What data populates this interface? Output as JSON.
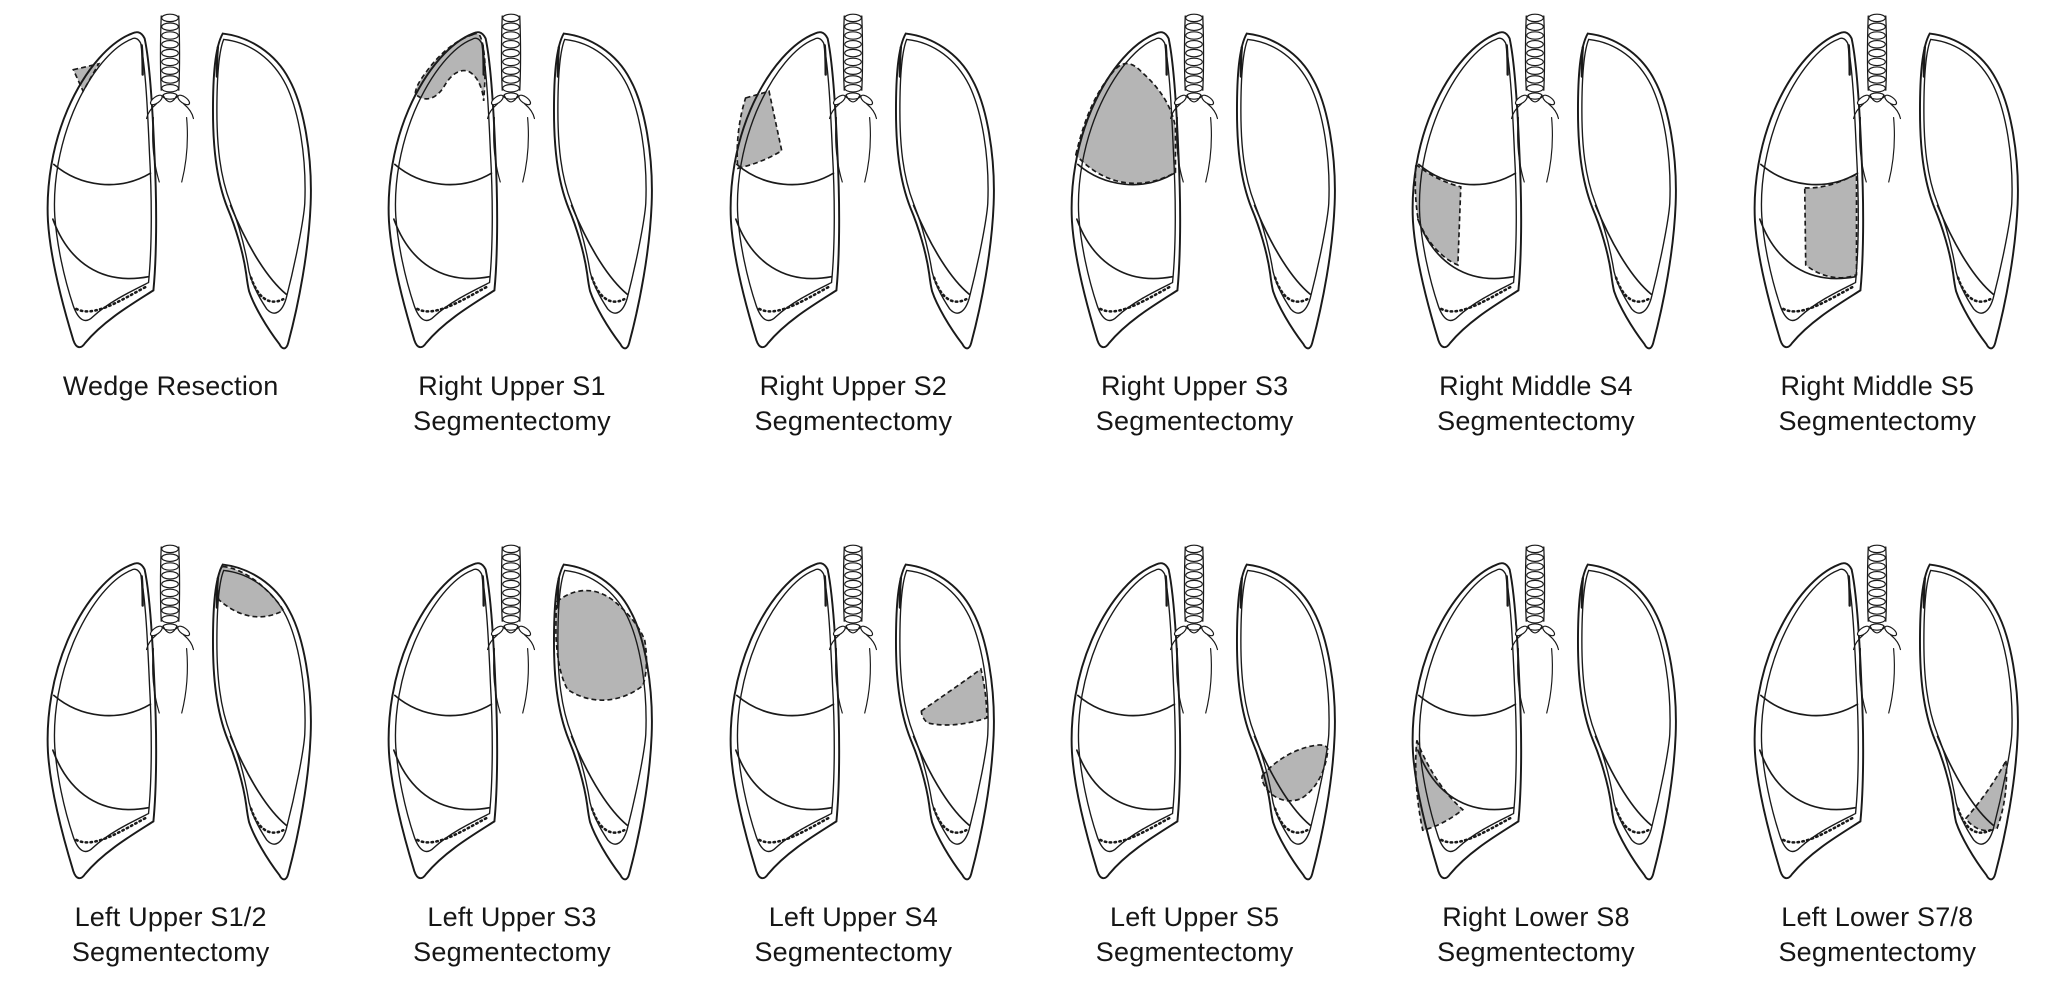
{
  "figure": {
    "background_color": "#ffffff",
    "line_color": "#1a1a1a",
    "shade_color": "#b5b5b5",
    "panels": [
      {
        "label_line1": "Wedge Resection",
        "label_line2": "",
        "region": "wedge-resection"
      },
      {
        "label_line1": "Right Upper S1",
        "label_line2": "Segmentectomy",
        "region": "right-upper-s1"
      },
      {
        "label_line1": "Right Upper S2",
        "label_line2": "Segmentectomy",
        "region": "right-upper-s2"
      },
      {
        "label_line1": "Right Upper S3",
        "label_line2": "Segmentectomy",
        "region": "right-upper-s3"
      },
      {
        "label_line1": "Right Middle S4",
        "label_line2": "Segmentectomy",
        "region": "right-middle-s4"
      },
      {
        "label_line1": "Right Middle S5",
        "label_line2": "Segmentectomy",
        "region": "right-middle-s5"
      },
      {
        "label_line1": "Left Upper S1/2",
        "label_line2": "Segmentectomy",
        "region": "left-upper-s1-2"
      },
      {
        "label_line1": "Left Upper S3",
        "label_line2": "Segmentectomy",
        "region": "left-upper-s3"
      },
      {
        "label_line1": "Left Upper S4",
        "label_line2": "Segmentectomy",
        "region": "left-upper-s4"
      },
      {
        "label_line1": "Left Upper S5",
        "label_line2": "Segmentectomy",
        "region": "left-upper-s5"
      },
      {
        "label_line1": "Right Lower S8",
        "label_line2": "Segmentectomy",
        "region": "right-lower-s8"
      },
      {
        "label_line1": "Left Lower S7/8",
        "label_line2": "Segmentectomy",
        "region": "left-lower-s7-8"
      }
    ]
  }
}
